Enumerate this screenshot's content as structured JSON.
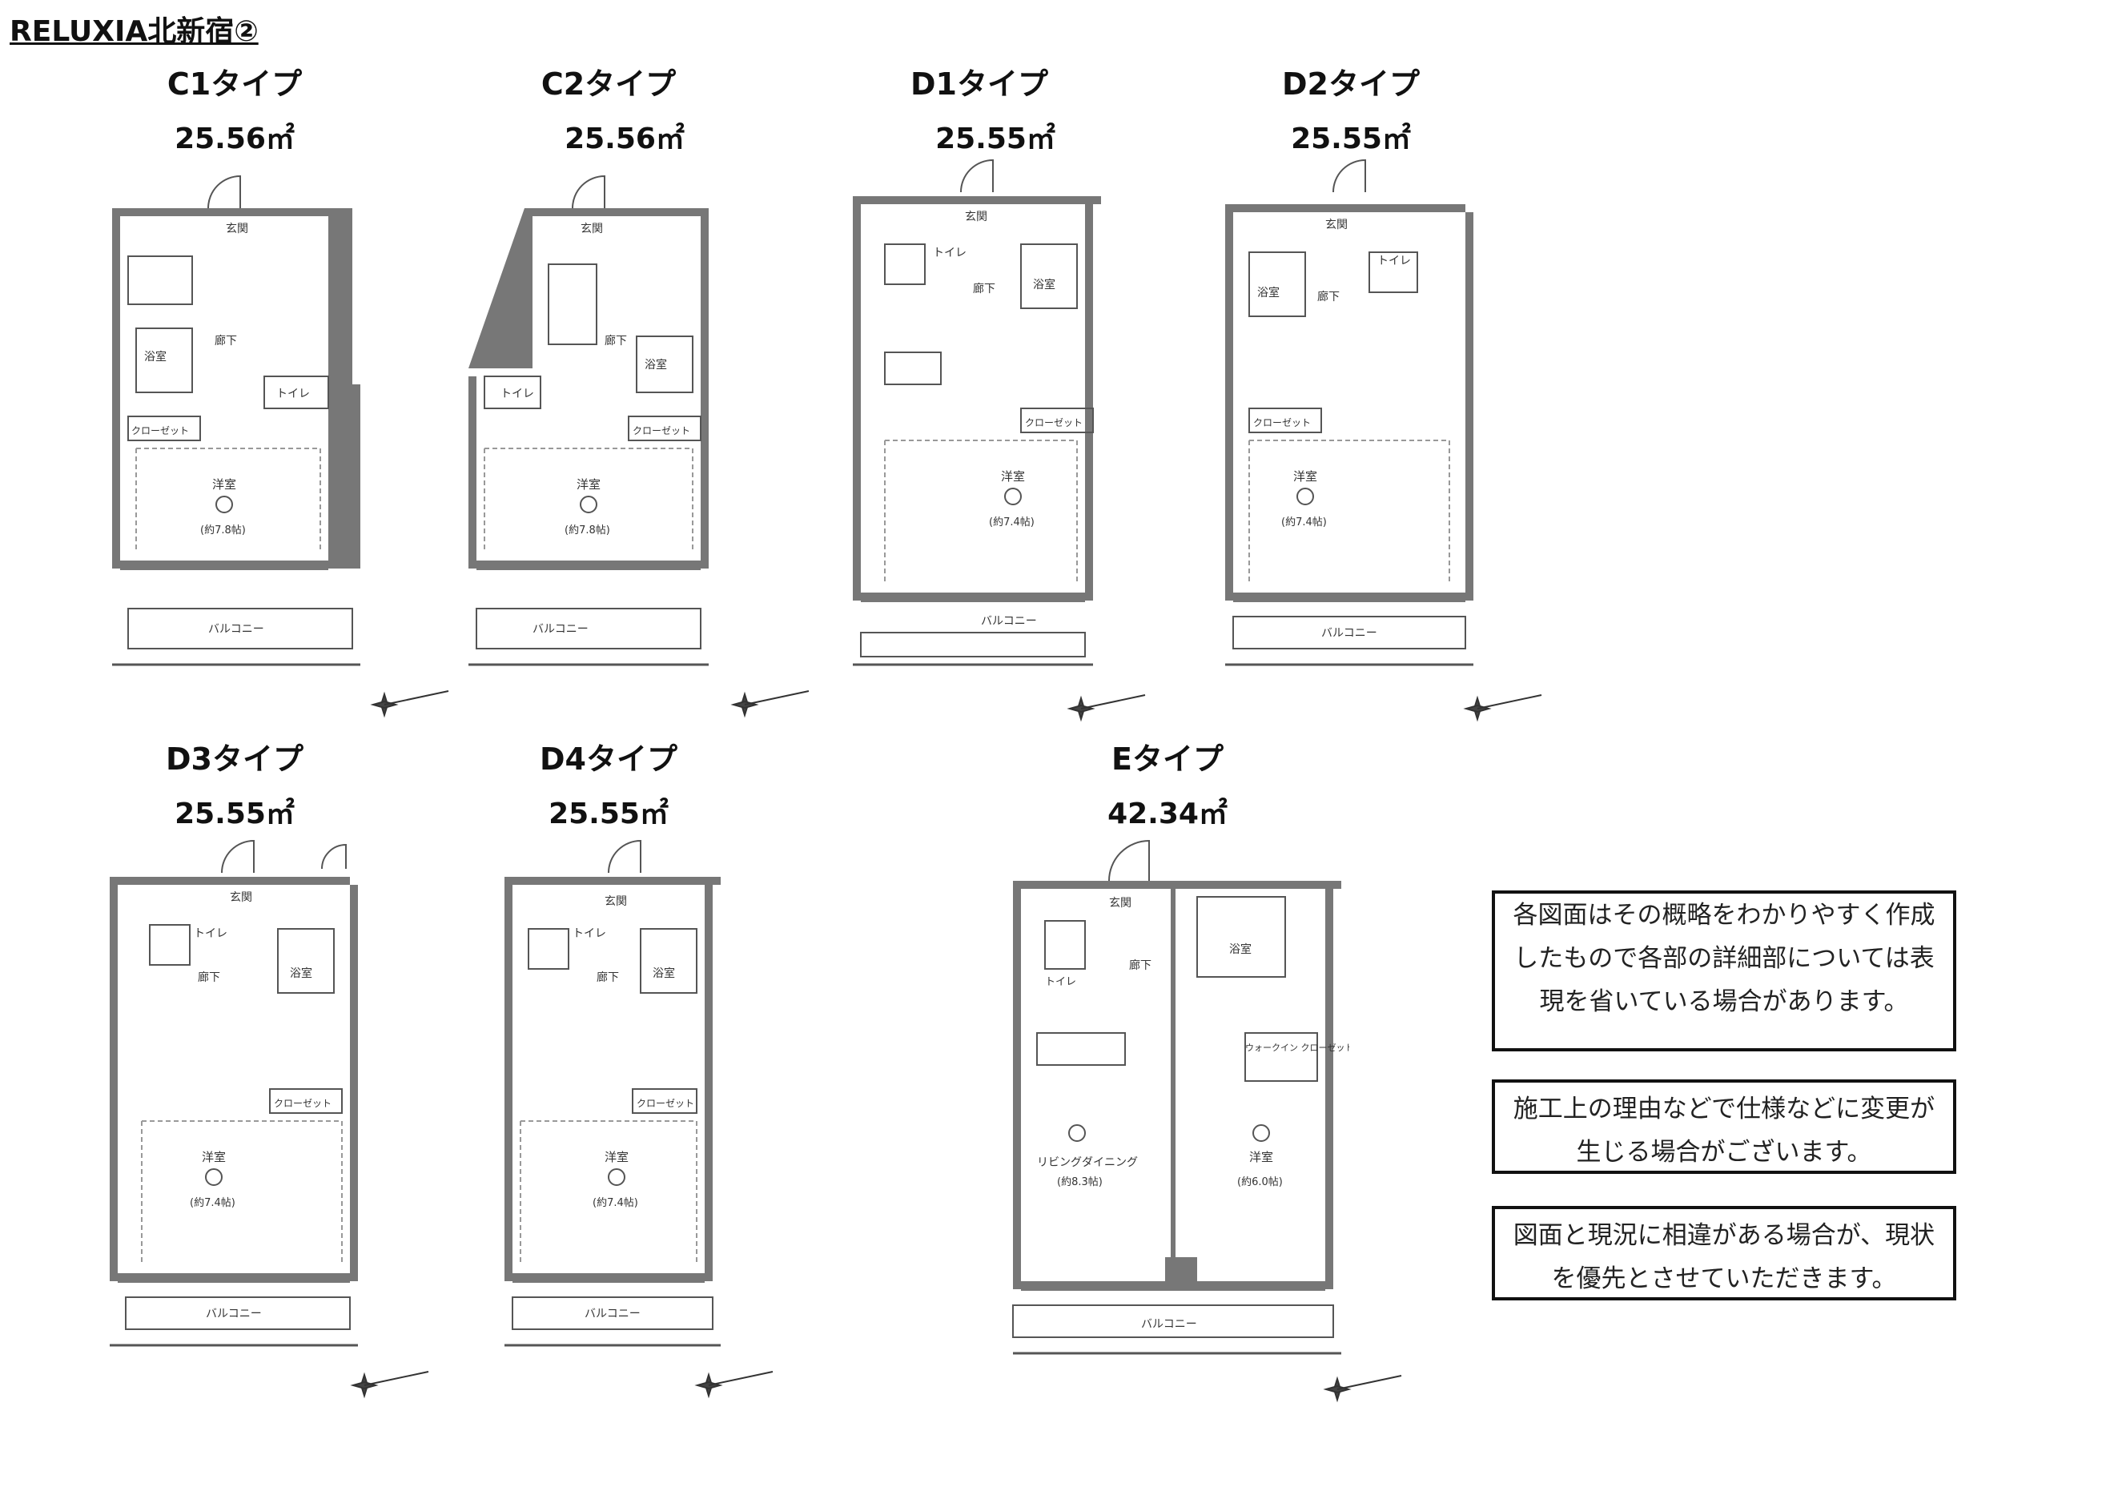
{
  "page": {
    "title": "RELUXIA北新宿②"
  },
  "units": [
    {
      "type": "C1タイプ",
      "area": "25.56㎡",
      "rooms": {
        "entrance": "玄関",
        "bath": "浴室",
        "hall": "廊下",
        "toilet": "トイレ",
        "closet": "クローゼット",
        "bedroom": "洋室",
        "bedroom_size": "(約7.8帖)",
        "balcony": "バルコニー"
      }
    },
    {
      "type": "C2タイプ",
      "area": "25.56㎡",
      "rooms": {
        "entrance": "玄関",
        "bath": "浴室",
        "hall": "廊下",
        "toilet": "トイレ",
        "closet": "クローゼット",
        "bedroom": "洋室",
        "bedroom_size": "(約7.8帖)",
        "balcony": "バルコニー"
      }
    },
    {
      "type": "D1タイプ",
      "area": "25.55㎡",
      "rooms": {
        "entrance": "玄関",
        "bath": "浴室",
        "hall": "廊下",
        "toilet": "トイレ",
        "closet": "クローゼット",
        "bedroom": "洋室",
        "bedroom_size": "(約7.4帖)",
        "balcony": "バルコニー"
      }
    },
    {
      "type": "D2タイプ",
      "area": "25.55㎡",
      "rooms": {
        "entrance": "玄関",
        "bath": "浴室",
        "hall": "廊下",
        "toilet": "トイレ",
        "closet": "クローゼット",
        "bedroom": "洋室",
        "bedroom_size": "(約7.4帖)",
        "balcony": "バルコニー"
      }
    },
    {
      "type": "D3タイプ",
      "area": "25.55㎡",
      "rooms": {
        "entrance": "玄関",
        "bath": "浴室",
        "hall": "廊下",
        "toilet": "トイレ",
        "closet": "クローゼット",
        "bedroom": "洋室",
        "bedroom_size": "(約7.4帖)",
        "balcony": "バルコニー"
      }
    },
    {
      "type": "D4タイプ",
      "area": "25.55㎡",
      "rooms": {
        "entrance": "玄関",
        "bath": "浴室",
        "hall": "廊下",
        "toilet": "トイレ",
        "closet": "クローゼット",
        "bedroom": "洋室",
        "bedroom_size": "(約7.4帖)",
        "balcony": "バルコニー"
      }
    },
    {
      "type": "Eタイプ",
      "area": "42.34㎡",
      "rooms": {
        "entrance": "玄関",
        "bath": "浴室",
        "hall": "廊下",
        "toilet": "トイレ",
        "closet": "ウォークイン クローゼット",
        "living": "リビングダイニング",
        "living_size": "(約8.3帖)",
        "bedroom": "洋室",
        "bedroom_size": "(約6.0帖)",
        "balcony": "バルコニー"
      }
    }
  ],
  "notes": [
    "各図面はその概略をわかりやすく作成したもので各部の詳細部については表現を省いている場合があります。",
    "施工上の理由などで仕様などに変更が生じる場合がございます。",
    "図面と現況に相違がある場合が、現状を優先とさせていただきます。"
  ]
}
